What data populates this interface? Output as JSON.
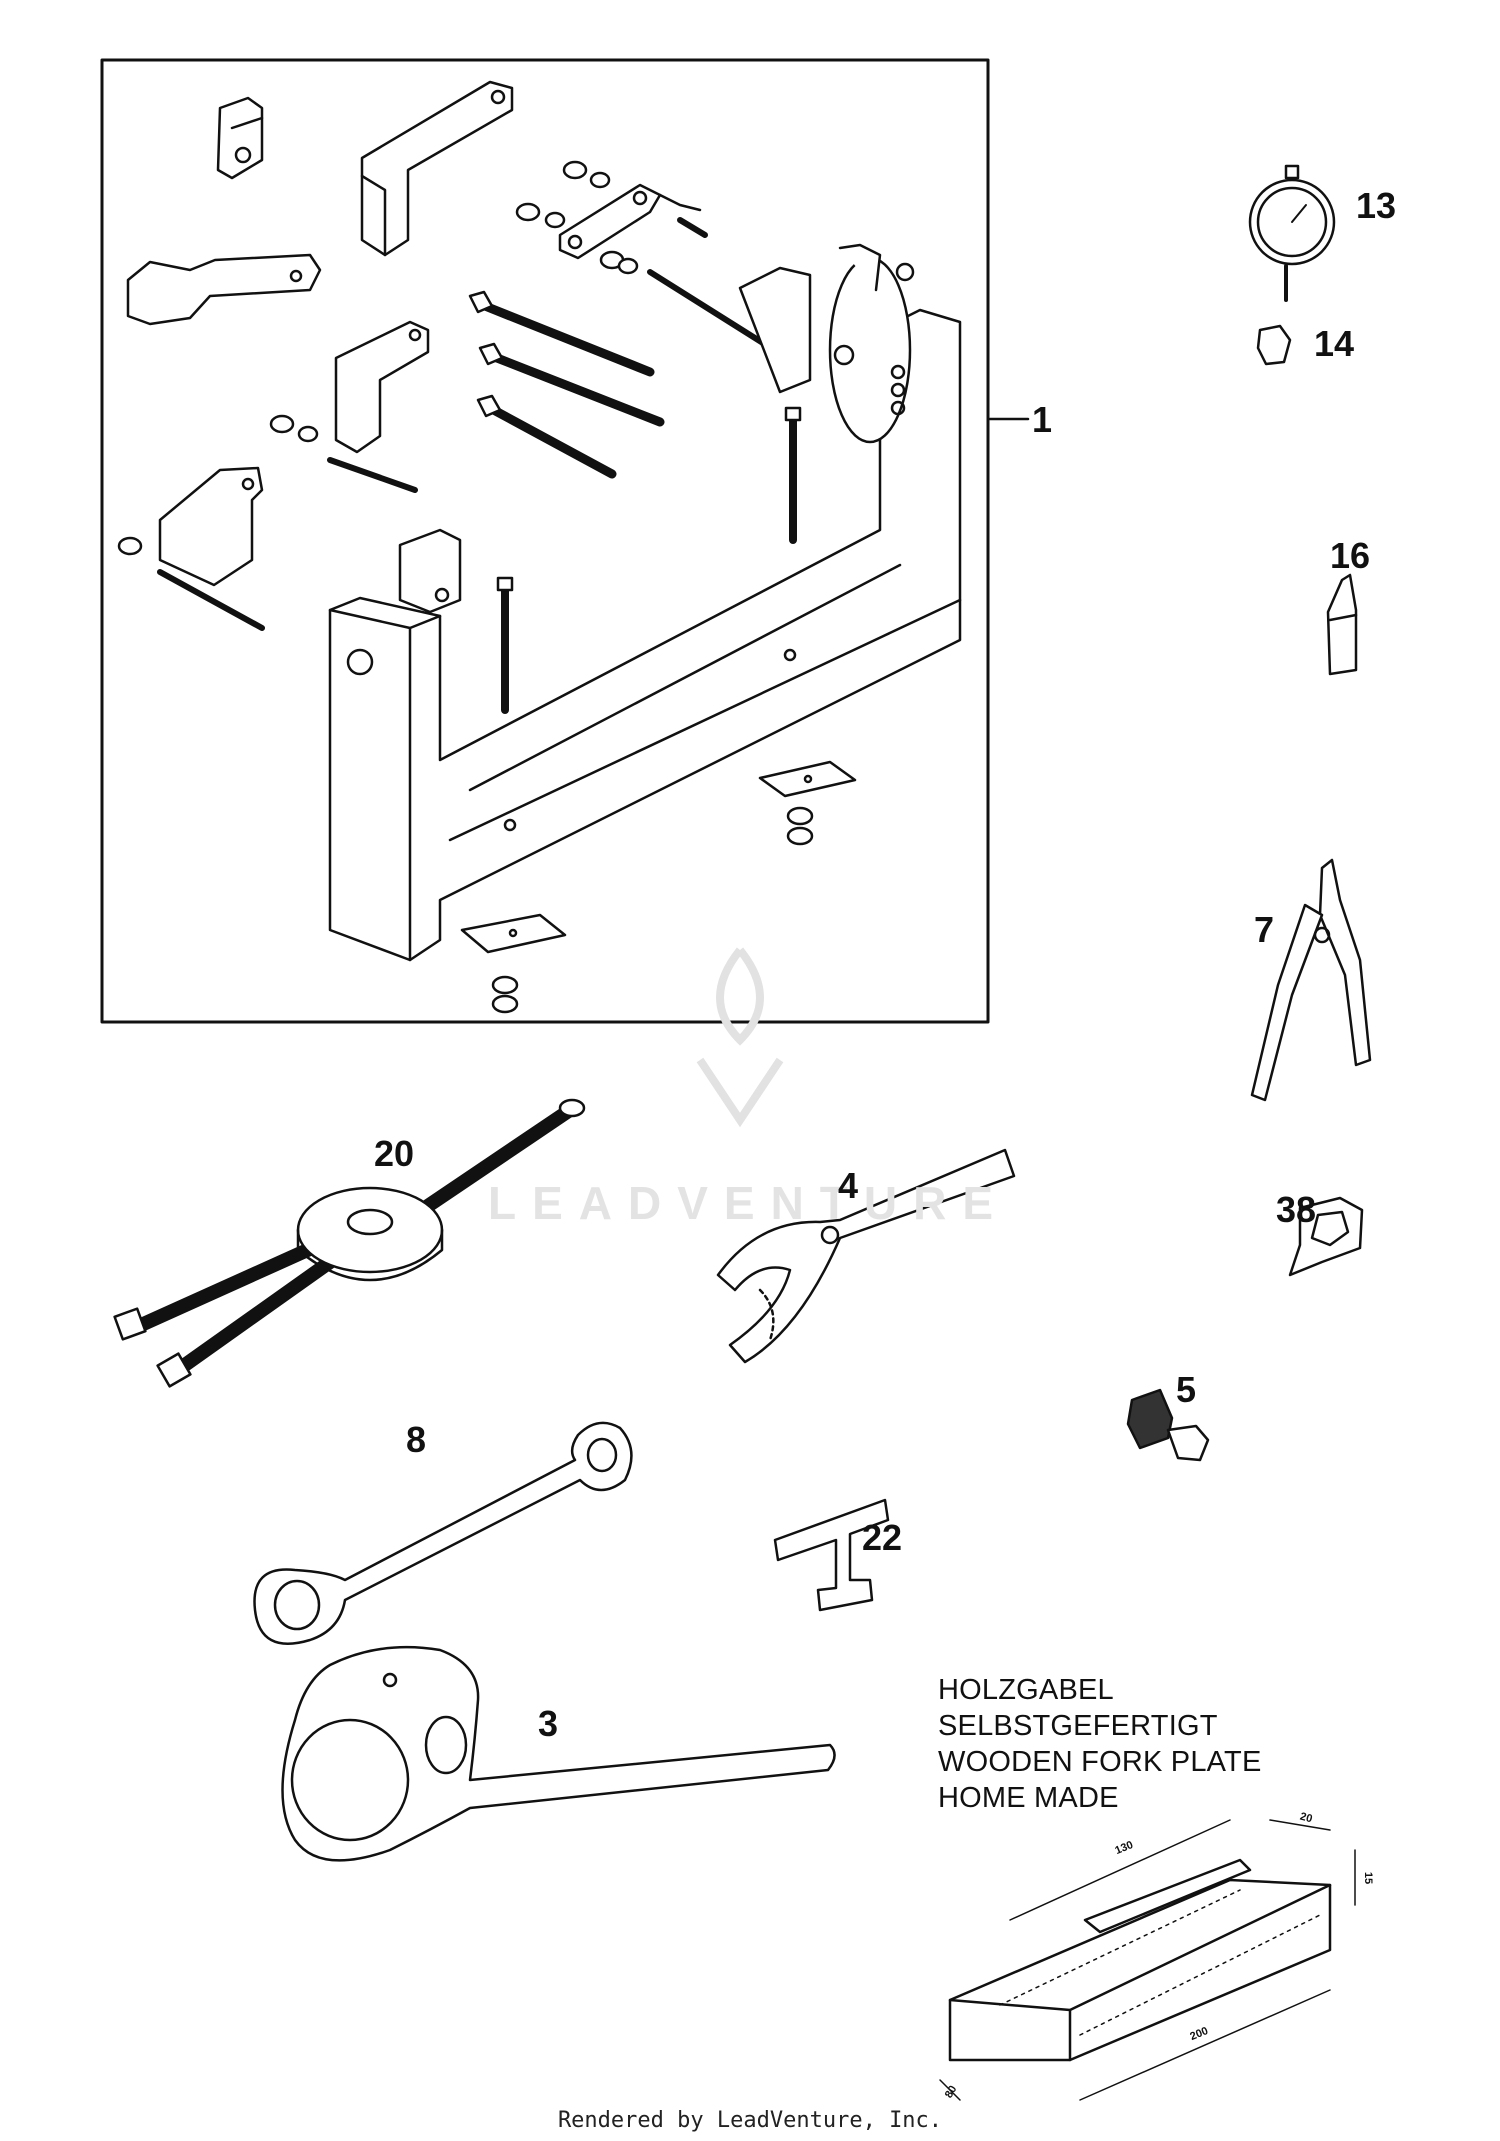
{
  "callouts": {
    "c1": "1",
    "c13": "13",
    "c14": "14",
    "c16": "16",
    "c7": "7",
    "c20": "20",
    "c4": "4",
    "c38": "38",
    "c5": "5",
    "c8": "8",
    "c22": "22",
    "c3": "3"
  },
  "note": {
    "line1": "HOLZGABEL",
    "line2": "SELBSTGEFERTIGT",
    "line3": "WOODEN FORK PLATE",
    "line4": "HOME MADE"
  },
  "dimensions": {
    "length_top": "130",
    "width": "20",
    "height": "15",
    "depth": "80",
    "length_bottom": "200"
  },
  "watermark": "LEADVENTURE",
  "footer": "Rendered by LeadVenture, Inc."
}
